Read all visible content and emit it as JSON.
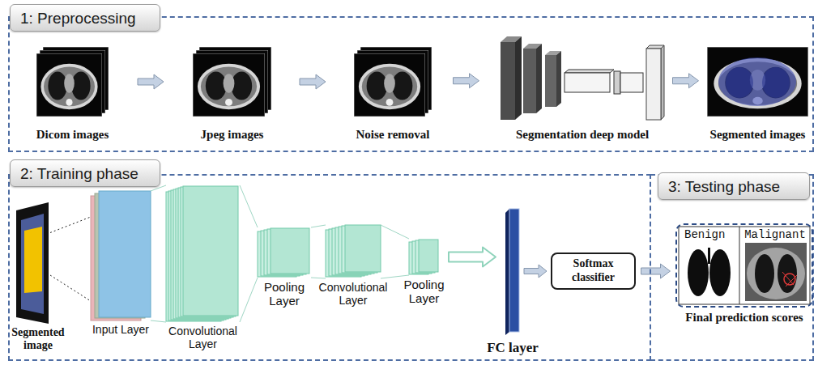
{
  "diagram": {
    "nodes": [
      {
        "text": [
          "1: Preprocessing"
        ]
      },
      {
        "text": [
          "Dicom images"
        ],
        "in": 0
      },
      {
        "text": [
          "Jpeg images"
        ],
        "in": 0
      },
      {
        "text": [
          "Noise removal"
        ],
        "in": 0
      },
      {
        "text": [
          "Segmentation deep model"
        ],
        "in": 0
      },
      {
        "text": [
          "Segmented images"
        ],
        "in": 0
      },
      {
        "text": [
          "2: Training phase"
        ]
      },
      {
        "text": [
          "Segmented image"
        ],
        "in": 6
      },
      {
        "text": [
          "Input Layer"
        ],
        "in": 6
      },
      {
        "text": [
          "Convolutional Layer"
        ],
        "in": 6
      },
      {
        "text": [
          "Pooling Layer"
        ],
        "in": 6
      },
      {
        "text": [
          "Convolutional Layer"
        ],
        "in": 6
      },
      {
        "text": [
          "Pooling Layer"
        ],
        "in": 6
      },
      {
        "text": [
          "FC layer"
        ],
        "in": 6
      },
      {
        "text": [
          "Softmax classifier"
        ],
        "in": 6
      },
      {
        "text": [
          "3: Testing phase"
        ]
      },
      {
        "text": [
          "Final prediction scores"
        ],
        "in": 15
      },
      {
        "text": [
          "Benign"
        ],
        "in": 16
      },
      {
        "text": [
          "Malignant"
        ],
        "in": 16
      }
    ],
    "edges": [
      {
        "from": 1,
        "to": 2,
        "arrow": "to"
      },
      {
        "from": 2,
        "to": 3,
        "arrow": "to"
      },
      {
        "from": 3,
        "to": 4,
        "arrow": "to"
      },
      {
        "from": 4,
        "to": 5,
        "arrow": "to"
      },
      {
        "from": 7,
        "to": 8,
        "arrow": "none"
      },
      {
        "from": 8,
        "to": 9,
        "arrow": "none"
      },
      {
        "from": 9,
        "to": 10,
        "arrow": "none"
      },
      {
        "from": 10,
        "to": 11,
        "arrow": "none"
      },
      {
        "from": 11,
        "to": 12,
        "arrow": "none"
      },
      {
        "from": 12,
        "to": 13,
        "arrow": "to"
      },
      {
        "from": 13,
        "to": 14,
        "arrow": "to"
      },
      {
        "from": 14,
        "to": 16,
        "arrow": "to"
      }
    ]
  }
}
